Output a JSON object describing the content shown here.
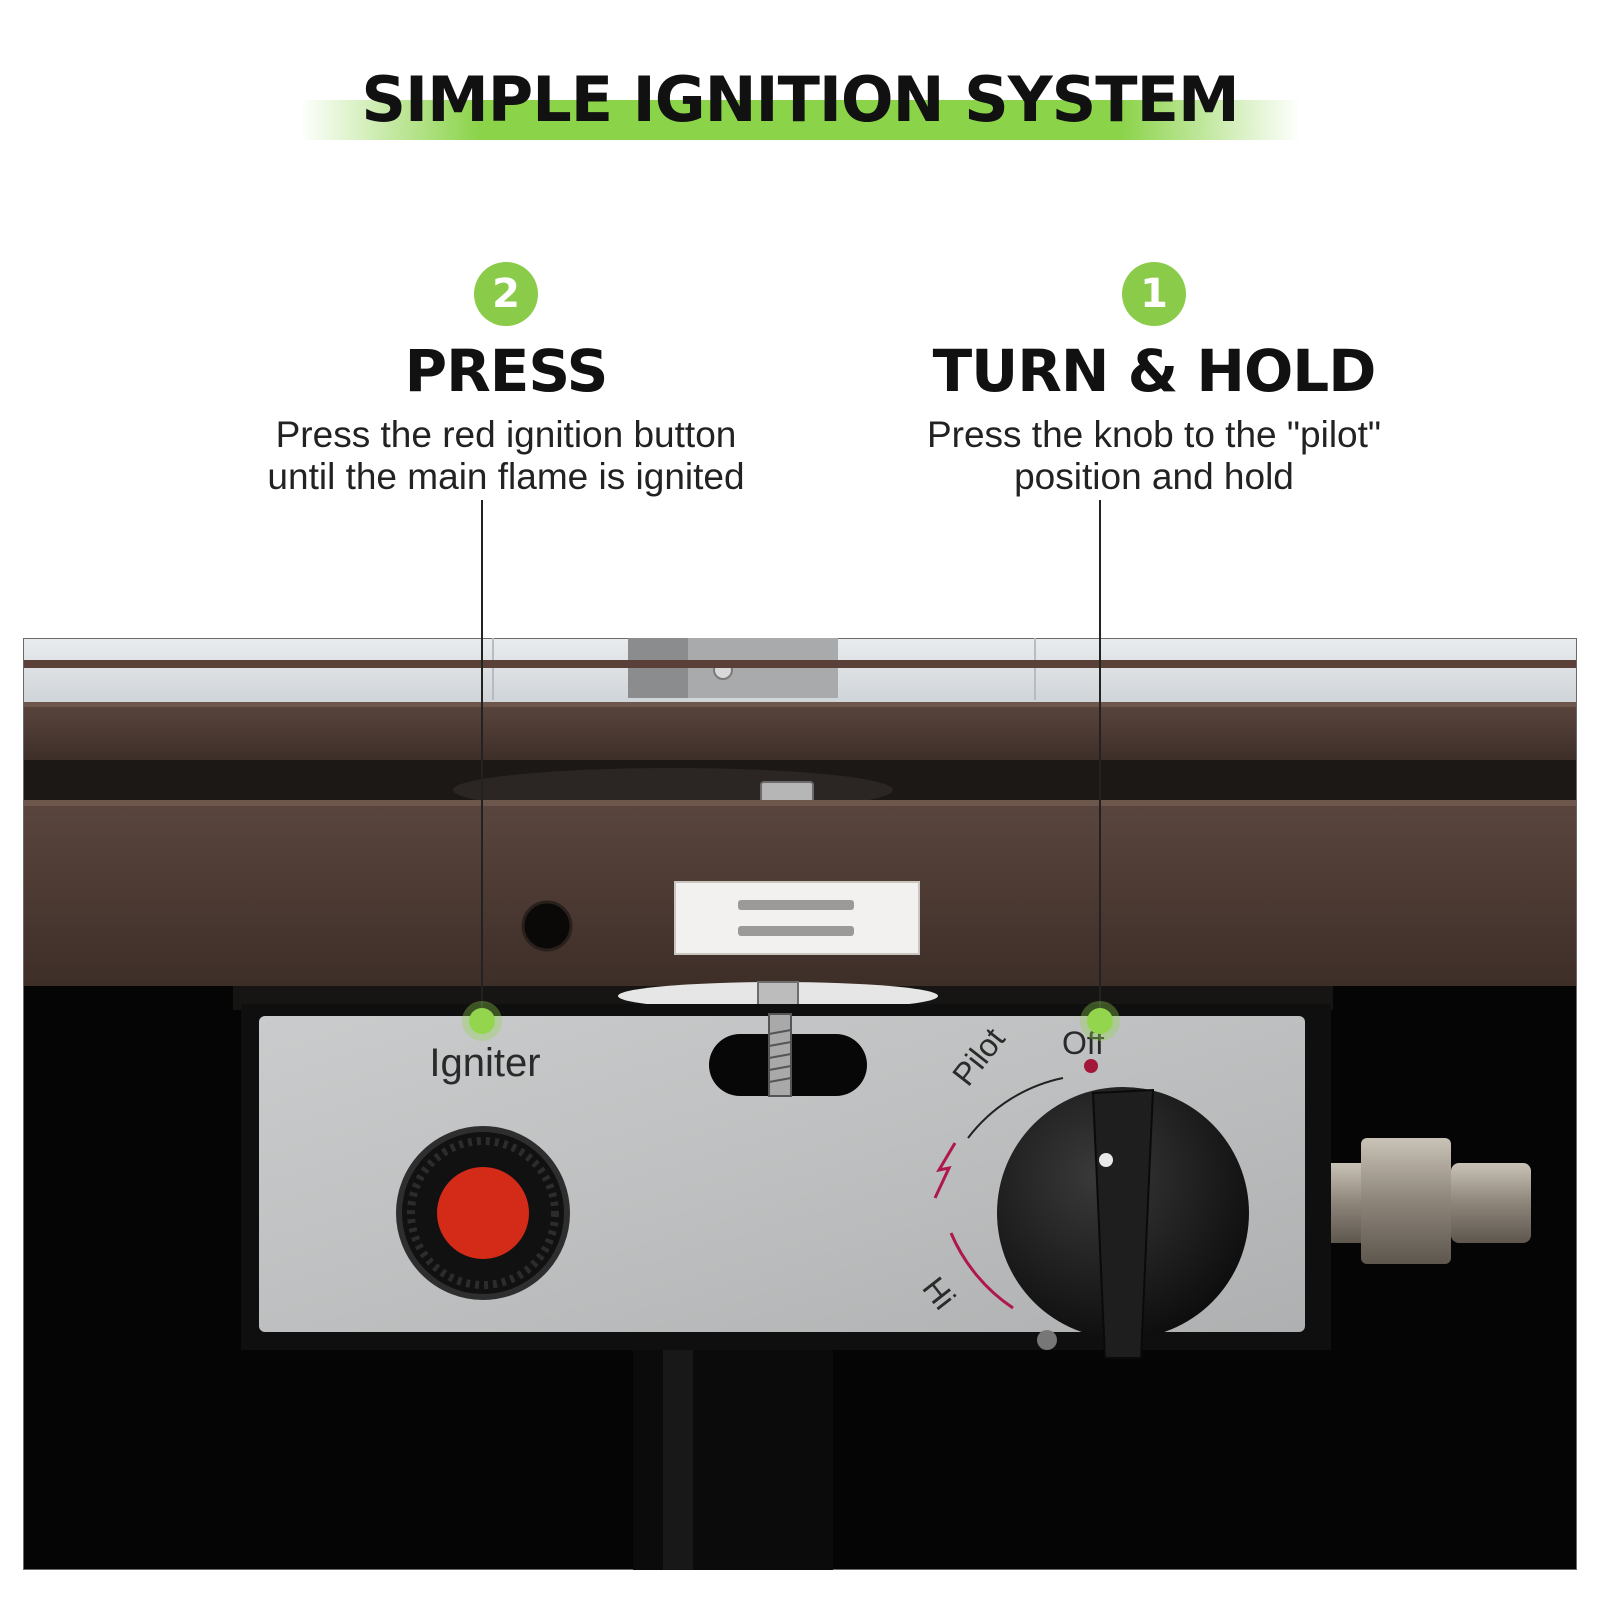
{
  "title": "SIMPLE IGNITION SYSTEM",
  "steps": {
    "press": {
      "number": "2",
      "title": "PRESS",
      "line1": "Press the red ignition button",
      "line2": "until the main flame is ignited"
    },
    "turn": {
      "number": "1",
      "title": "TURN & HOLD",
      "line1": "Press the knob to the \"pilot\"",
      "line2": "position and hold"
    }
  },
  "panel": {
    "igniter_label": "Igniter",
    "off_label": "Off",
    "pilot_label": "Pilot",
    "hi_label": "Hi"
  },
  "colors": {
    "accent_green": "#8bcb4a",
    "ignition_button_red": "#d42a18",
    "frame_brown": "#4a3730"
  }
}
